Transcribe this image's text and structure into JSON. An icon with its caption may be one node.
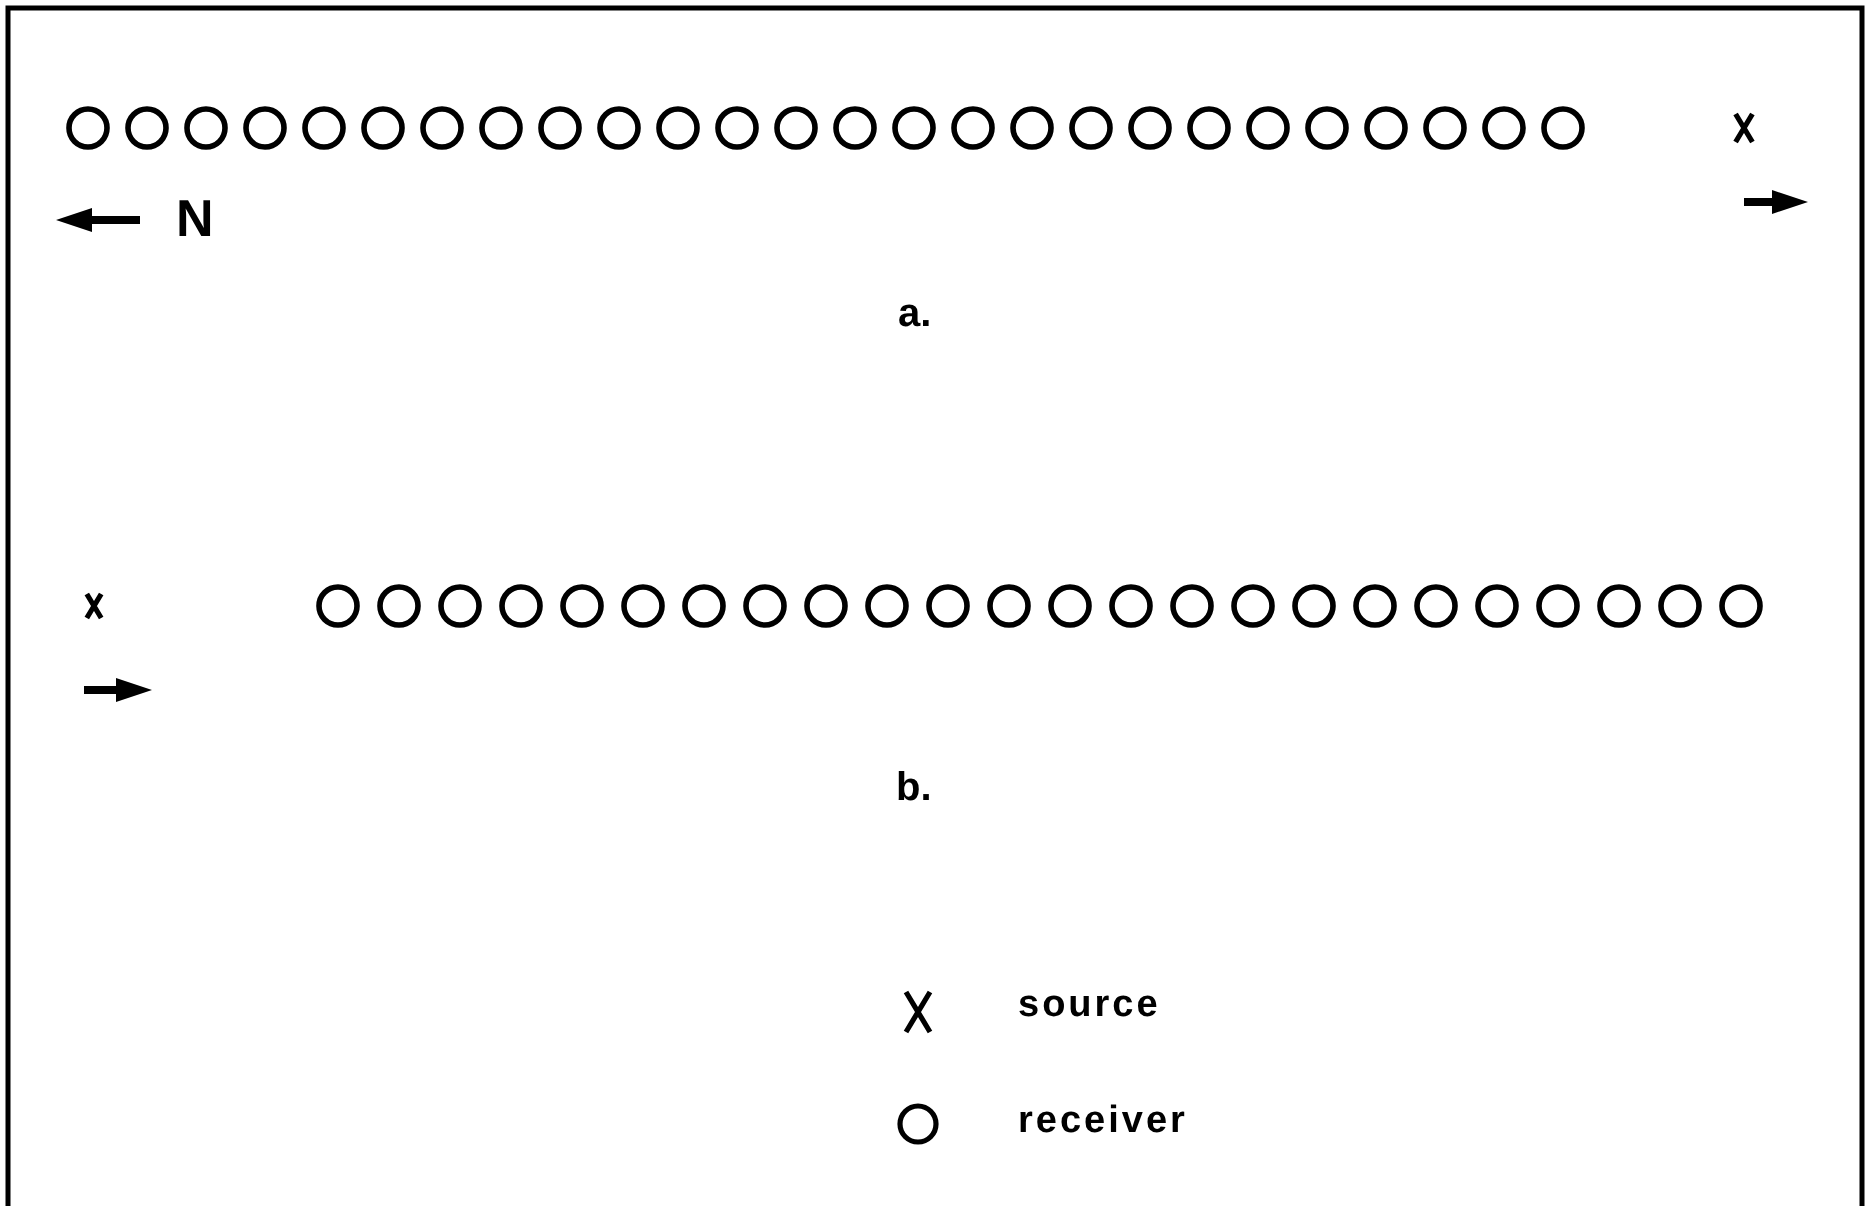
{
  "diagram": {
    "labels": [
      "N",
      "a.",
      "b."
    ],
    "legend": [
      {
        "text": "source"
      },
      {
        "text": "receiver"
      }
    ]
  }
}
